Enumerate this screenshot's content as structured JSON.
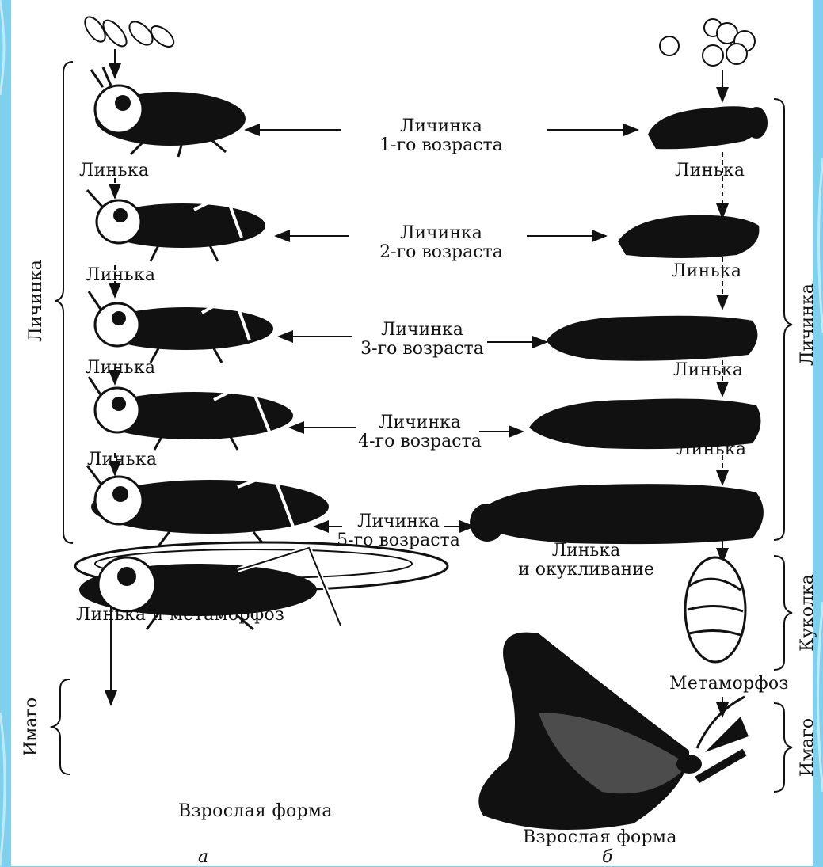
{
  "colors": {
    "background_blue": "#7fd0ec",
    "ink": "#111111",
    "panel": "#ffffff"
  },
  "diagram": {
    "stages": [
      {
        "line1": "Личинка",
        "line2": "1-го возраста"
      },
      {
        "line1": "Личинка",
        "line2": "2-го возраста"
      },
      {
        "line1": "Личинка",
        "line2": "3-го возраста"
      },
      {
        "line1": "Личинка",
        "line2": "4-го возраста"
      },
      {
        "line1": "Личинка",
        "line2": "5-го возраста"
      }
    ],
    "left": {
      "molts": [
        "Линька",
        "Линька",
        "Линька",
        "Линька"
      ],
      "metamorphosis": "Линька и метаморфоз",
      "adult": "Взрослая форма",
      "bracket_larva": "Личинка",
      "bracket_imago": "Имаго",
      "panel_letter": "а"
    },
    "right": {
      "molts": [
        "Линька",
        "Линька",
        "Линька",
        "Линька"
      ],
      "pupation_line1": "Линька",
      "pupation_line2": "и окукливание",
      "metamorphosis": "Метаморфоз",
      "adult": "Взрослая форма",
      "bracket_larva": "Личинка",
      "bracket_pupa": "Куколка",
      "bracket_imago": "Имаго",
      "panel_letter": "б"
    }
  }
}
